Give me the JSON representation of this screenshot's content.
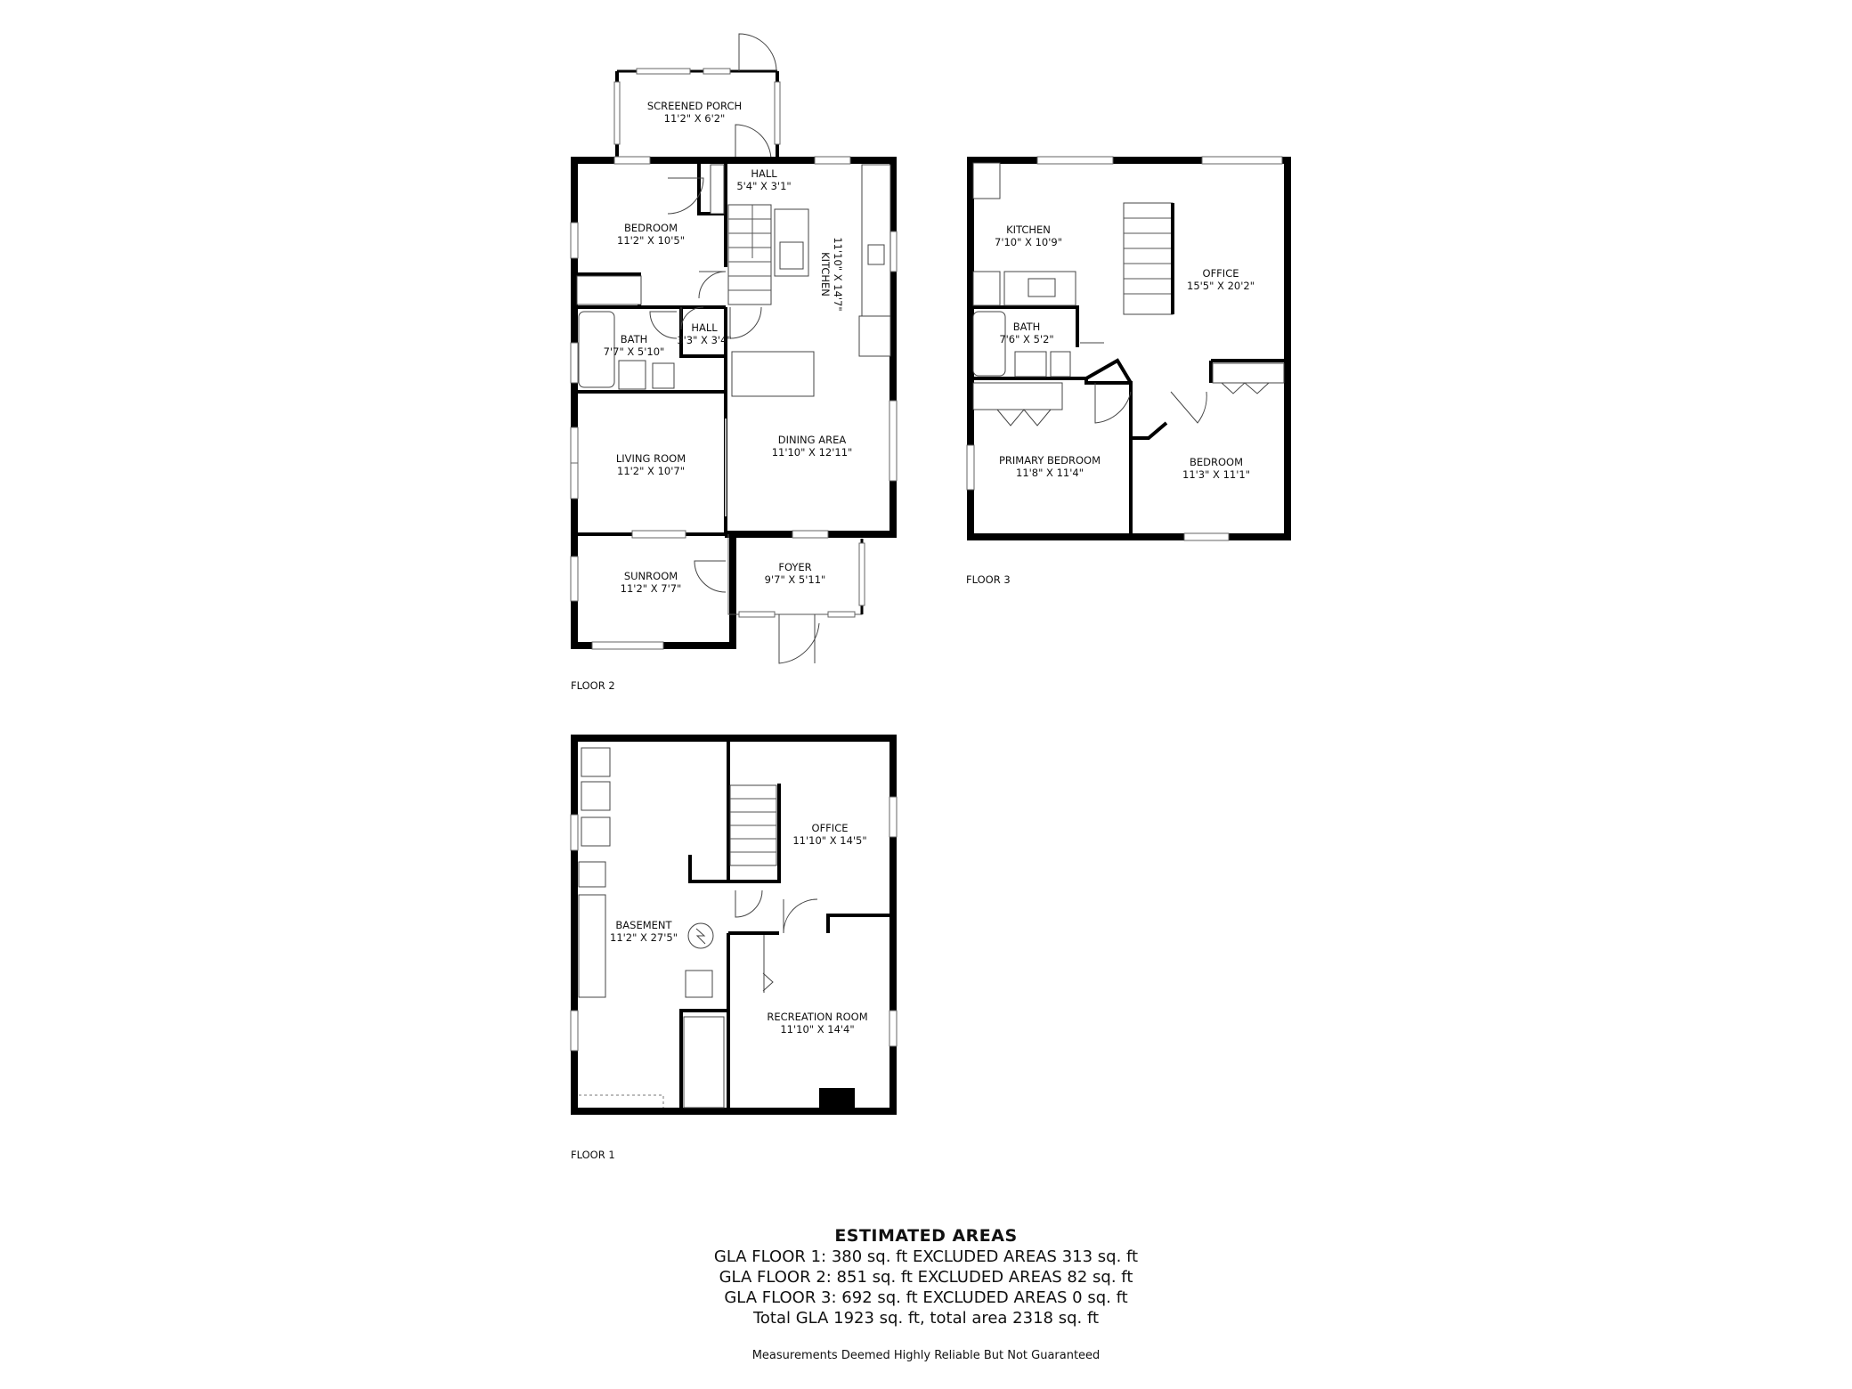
{
  "floor2": {
    "label": "FLOOR 2",
    "rooms": {
      "screened_porch": {
        "name": "SCREENED PORCH",
        "dims": "11'2\" X 6'2\""
      },
      "hall_top": {
        "name": "HALL",
        "dims": "5'4\" X 3'1\""
      },
      "bedroom": {
        "name": "BEDROOM",
        "dims": "11'2\" X 10'5\""
      },
      "kitchen": {
        "name": "KITCHEN",
        "dims": "11'10\" X 14'7\""
      },
      "bath": {
        "name": "BATH",
        "dims": "7'7\" X 5'10\""
      },
      "hall_small": {
        "name": "HALL",
        "dims": "3'3\" X 3'4\""
      },
      "living_room": {
        "name": "LIVING ROOM",
        "dims": "11'2\" X 10'7\""
      },
      "dining_area": {
        "name": "DINING AREA",
        "dims": "11'10\" X 12'11\""
      },
      "sunroom": {
        "name": "SUNROOM",
        "dims": "11'2\" X 7'7\""
      },
      "foyer": {
        "name": "FOYER",
        "dims": "9'7\" X 5'11\""
      }
    }
  },
  "floor3": {
    "label": "FLOOR 3",
    "rooms": {
      "kitchen": {
        "name": "KITCHEN",
        "dims": "7'10\" X 10'9\""
      },
      "office": {
        "name": "OFFICE",
        "dims": "15'5\" X 20'2\""
      },
      "bath": {
        "name": "BATH",
        "dims": "7'6\" X 5'2\""
      },
      "primary_bedroom": {
        "name": "PRIMARY BEDROOM",
        "dims": "11'8\" X 11'4\""
      },
      "bedroom": {
        "name": "BEDROOM",
        "dims": "11'3\" X 11'1\""
      }
    }
  },
  "floor1": {
    "label": "FLOOR 1",
    "rooms": {
      "office": {
        "name": "OFFICE",
        "dims": "11'10\" X 14'5\""
      },
      "basement": {
        "name": "BASEMENT",
        "dims": "11'2\" X 27'5\""
      },
      "recreation_room": {
        "name": "RECREATION ROOM",
        "dims": "11'10\" X 14'4\""
      }
    }
  },
  "estimated_areas": {
    "heading": "ESTIMATED AREAS",
    "lines": [
      "GLA FLOOR 1: 380 sq. ft EXCLUDED AREAS 313 sq. ft",
      "GLA FLOOR 2: 851 sq. ft EXCLUDED AREAS 82 sq. ft",
      "GLA FLOOR 3: 692 sq. ft EXCLUDED AREAS 0 sq. ft",
      "Total GLA 1923 sq. ft, total area 2318 sq. ft"
    ]
  },
  "disclaimer": "Measurements Deemed Highly Reliable But Not Guaranteed"
}
